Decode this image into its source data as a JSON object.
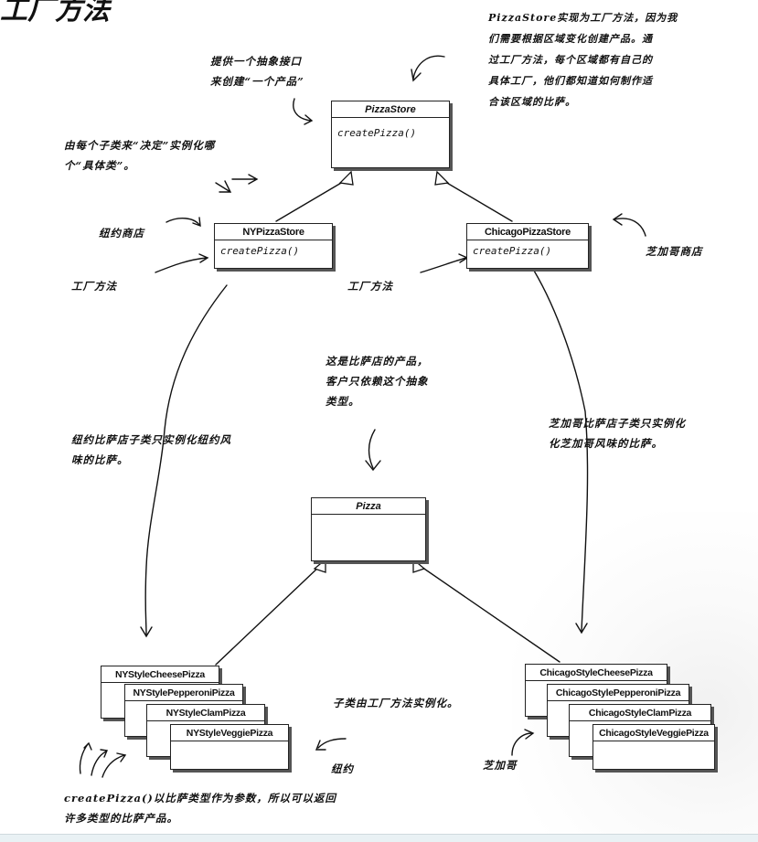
{
  "heading": "工厂方法",
  "classes": {
    "pizza_store": {
      "name": "PizzaStore",
      "method": "createPizza()"
    },
    "ny_store": {
      "name": "NYPizzaStore",
      "method": "createPizza()"
    },
    "chicago_store": {
      "name": "ChicagoPizzaStore",
      "method": "createPizza()"
    },
    "pizza": {
      "name": "Pizza"
    },
    "ny_pizzas": [
      "NYStyleCheesePizza",
      "NYStylePepperoniPizza",
      "NYStyleClamPizza",
      "NYStyleVeggiePizza"
    ],
    "chicago_pizzas": [
      "ChicagoStyleCheesePizza",
      "ChicagoStylePepperoniPizza",
      "ChicagoStyleClamPizza",
      "ChicagoStyleVeggiePizza"
    ]
  },
  "notes": {
    "abstract_interface": "提供一个抽象接口\n来创建“一个产品”",
    "pizza_store_explain": "PizzaStore实现为工厂方法，因为我\n们需要根据区域变化创建产品。通\n过工厂方法，每个区域都有自己的\n具体工厂，他们都知道如何制作适\n合该区域的比萨。",
    "subclass_decide": "由每个子类来“决定”实例化哪\n个“具体类”。",
    "ny_store_label": "纽约商店",
    "factory_method_left": "工厂方法",
    "factory_method_right": "工厂方法",
    "chicago_store_label": "芝加哥商店",
    "product_note": "这是比萨店的产品，\n客户只依赖这个抽象\n类型。",
    "ny_subclass_note": "纽约比萨店子类只实例化纽约风\n味的比萨。",
    "chicago_subclass_note": "芝加哥比萨店子类只实例化\n化芝加哥风味的比萨。",
    "factory_instantiate": "子类由工厂方法实例化。",
    "ny_label": "纽约",
    "chicago_label": "芝加哥",
    "bottom_note": "createPizza()以比萨类型作为参数，所以可以返回\n许多类型的比萨产品。"
  }
}
